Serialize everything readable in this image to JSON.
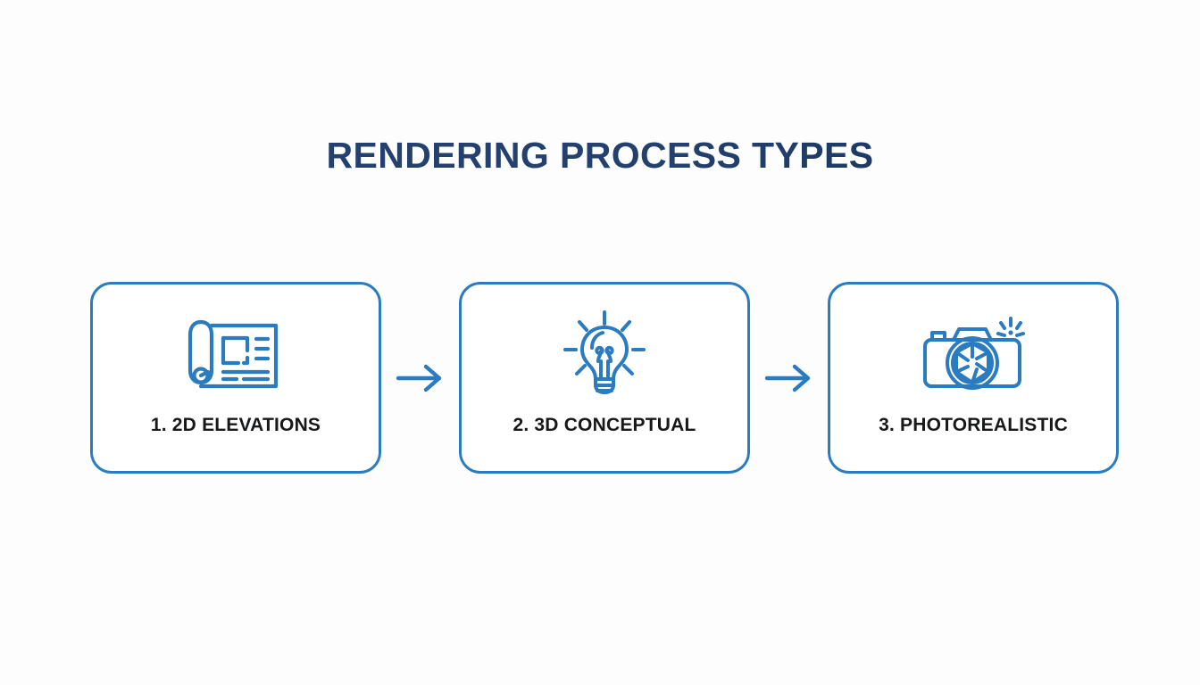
{
  "slide": {
    "title": "RENDERING PROCESS TYPES",
    "background_color": "#FDFDFE",
    "title_color": "#23406E",
    "accent_color": "#2A7BC0",
    "label_color": "#17181A"
  },
  "flow": {
    "steps": [
      {
        "label": "1. 2D ELEVATIONS",
        "icon": "blueprint-scroll-icon",
        "number": "1"
      },
      {
        "label": "2. 3D CONCEPTUAL",
        "icon": "lightbulb-icon",
        "number": "2"
      },
      {
        "label": "3. PHOTOREALISTIC",
        "icon": "camera-aperture-icon",
        "number": "3"
      }
    ],
    "connectors": [
      {
        "icon": "arrow-right-icon"
      },
      {
        "icon": "arrow-right-icon"
      }
    ]
  }
}
